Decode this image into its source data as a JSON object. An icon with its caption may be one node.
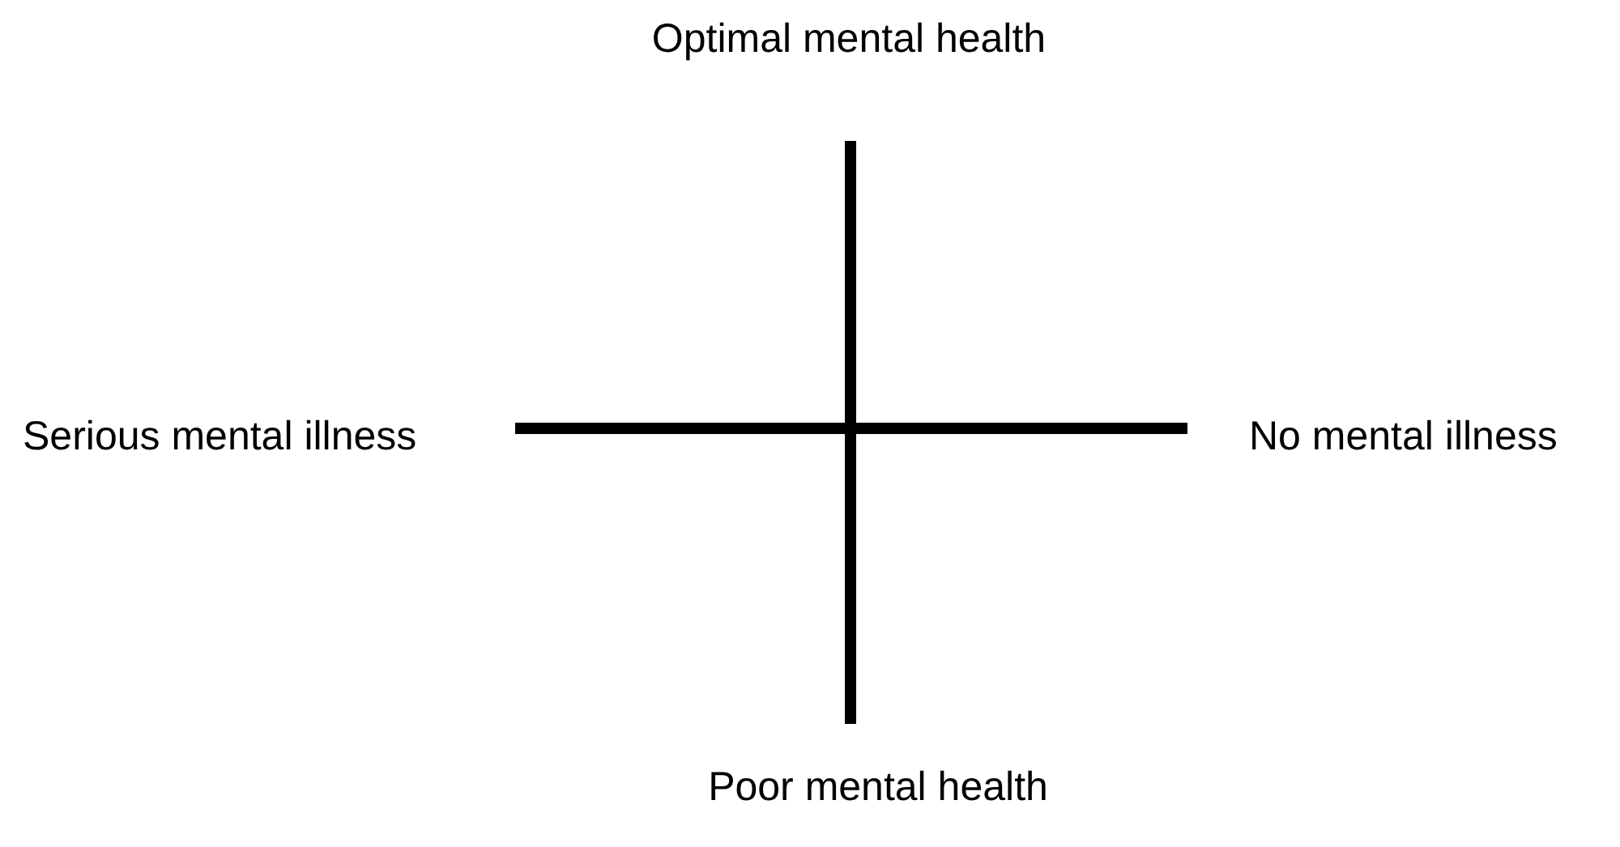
{
  "diagram": {
    "labels": [
      "Optimal mental health",
      "Serious mental illness",
      "No mental illness",
      "Poor mental health"
    ]
  }
}
